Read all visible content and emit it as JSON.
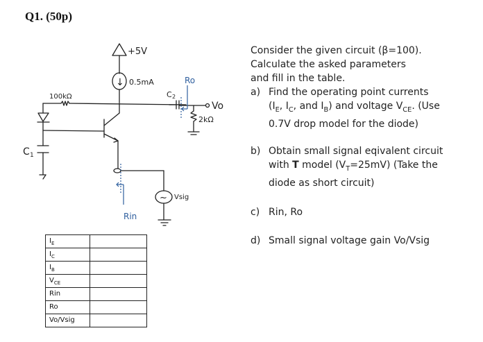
{
  "header": {
    "title": "Q1. (50p)"
  },
  "circuit": {
    "supply_label": "+5V",
    "current_source_label": "0.5mA",
    "resistor_label": "100kΩ",
    "capacitor1_label": "C",
    "capacitor1_sub": "1",
    "capacitor2_label": "C",
    "capacitor2_sub": "2",
    "load_resistor_label": "2kΩ",
    "output_label": "Vo",
    "source_label": "Vsig",
    "rin_label": "Rin",
    "ro_label": "Ro",
    "source_symbol": "~",
    "current_arrow": "↓"
  },
  "question": {
    "intro": "Consider the given circuit (β=100). Calculate the asked parameters and fill in the table.",
    "intro_lines": [
      "Consider the given circuit (β=100).",
      "Calculate the asked parameters",
      "and fill in the table."
    ],
    "items": [
      {
        "label": "a)",
        "lines": [
          "Find the operating point currents",
          "(I_E, I_C, and I_B) and voltage V_CE. (Use",
          "0.7V drop model for the diode)"
        ]
      },
      {
        "label": "b)",
        "lines": [
          "Obtain small signal eqivalent circuit",
          "with T model (V_T=25mV) (Take the",
          "diode as short circuit)"
        ]
      },
      {
        "label": "c)",
        "lines": [
          "Rin, Ro"
        ]
      },
      {
        "label": "d)",
        "lines": [
          "Small signal voltage gain Vo/Vsig"
        ]
      }
    ],
    "a_parts": {
      "p1": "(I",
      "E": "E",
      "p2": ", I",
      "C": "C",
      "p3": ", and I",
      "B": "B",
      "p4": ") and voltage V",
      "CE": "CE",
      "p5": ". (Use"
    },
    "b_parts": {
      "p1": "with ",
      "bold": "T",
      "p2": " model (V",
      "T": "T",
      "p3": "=25mV) (Take the"
    }
  },
  "table": {
    "rows": [
      {
        "key": "I",
        "sub": "E",
        "value": ""
      },
      {
        "key": "I",
        "sub": "C",
        "value": ""
      },
      {
        "key": "I",
        "sub": "B",
        "value": ""
      },
      {
        "key": "V",
        "sub": "CE",
        "value": ""
      },
      {
        "key": "Rin",
        "sub": "",
        "value": ""
      },
      {
        "key": "Ro",
        "sub": "",
        "value": ""
      },
      {
        "key": "Vo/Vsig",
        "sub": "",
        "value": ""
      }
    ]
  }
}
